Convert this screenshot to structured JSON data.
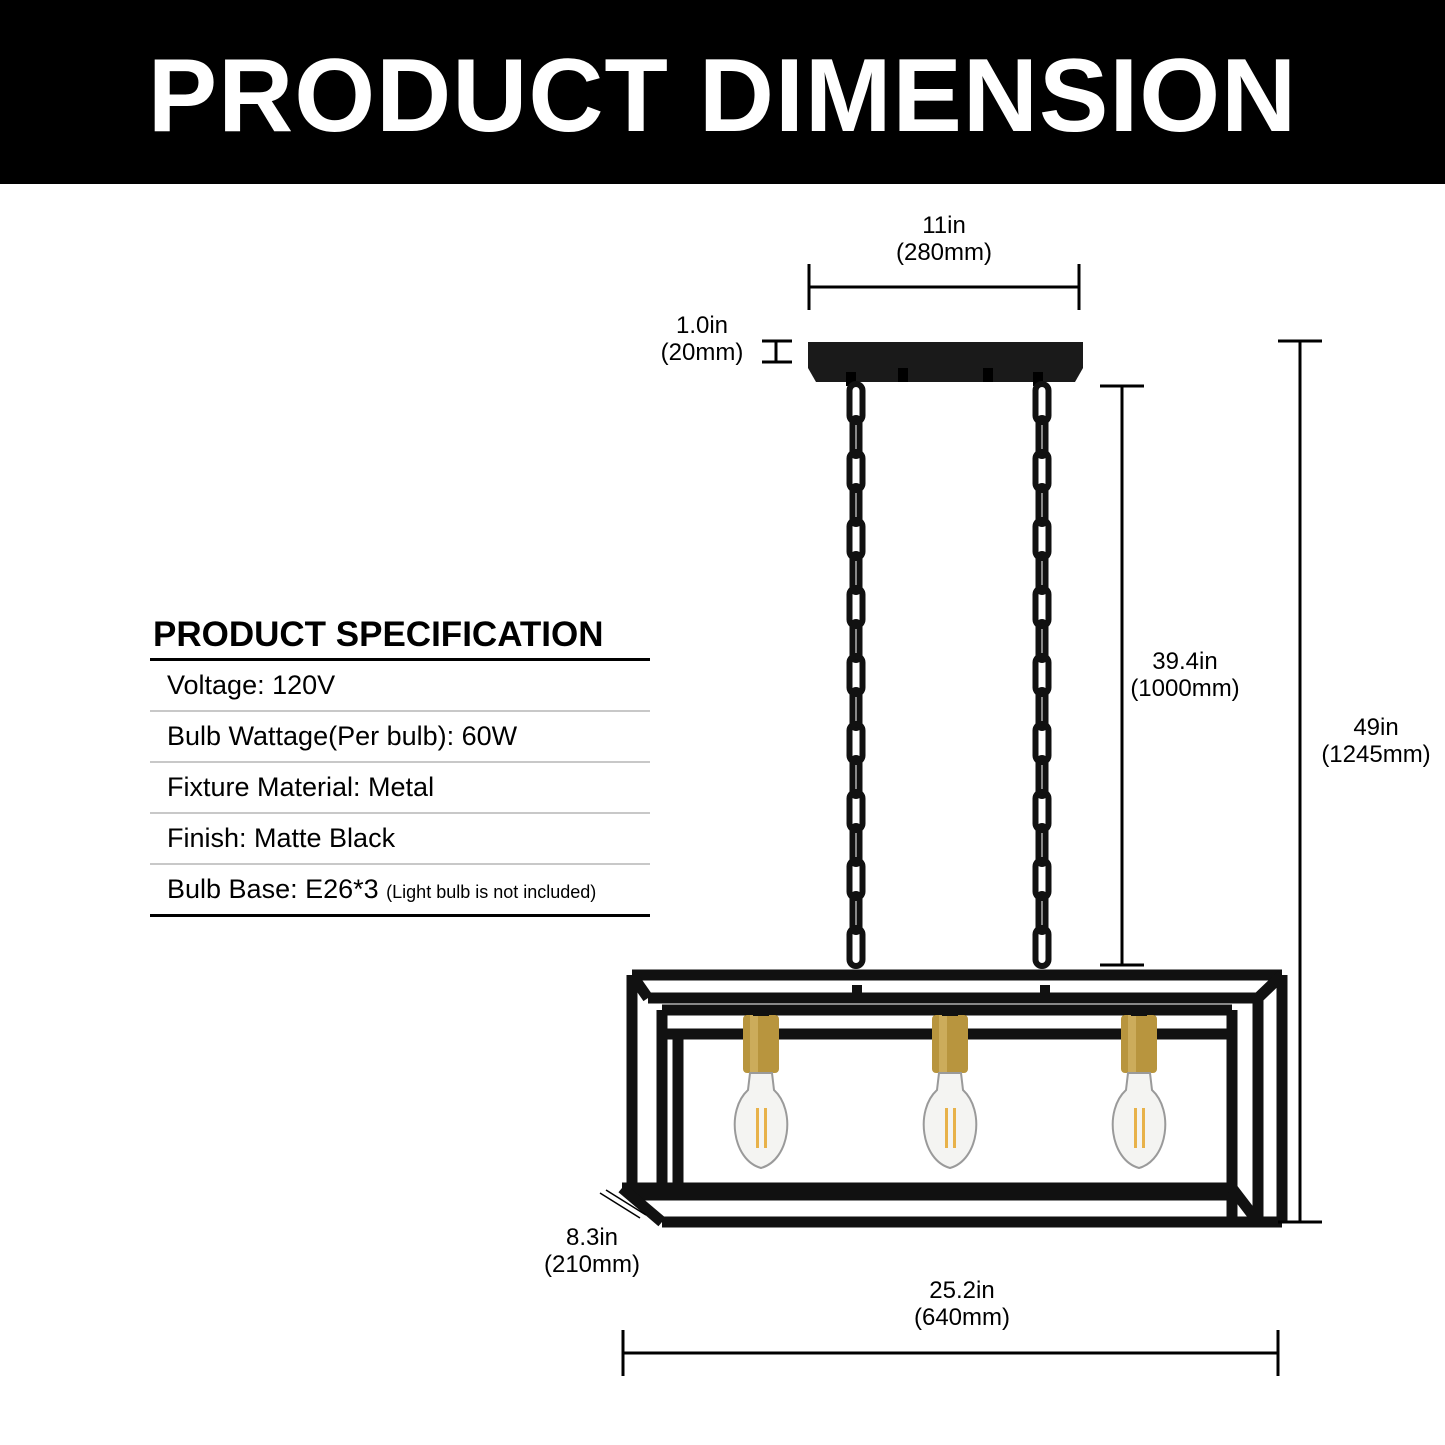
{
  "header": {
    "title": "PRODUCT DIMENSION"
  },
  "spec": {
    "title": "PRODUCT SPECIFICATION",
    "voltage": "Voltage: 120V",
    "wattage": "Bulb Wattage(Per bulb): 60W",
    "material": "Fixture Material: Metal",
    "finish": "Finish: Matte Black",
    "base": "Bulb Base: E26*3",
    "base_note": "(Light bulb is not included)"
  },
  "dimensions": {
    "canopy_width": {
      "in": "11in",
      "mm": "(280mm)"
    },
    "canopy_height": {
      "in": "1.0in",
      "mm": "(20mm)"
    },
    "chain_length": {
      "in": "39.4in",
      "mm": "(1000mm)"
    },
    "total_height": {
      "in": "49in",
      "mm": "(1245mm)"
    },
    "depth": {
      "in": "8.3in",
      "mm": "(210mm)"
    },
    "length": {
      "in": "25.2in",
      "mm": "(640mm)"
    }
  },
  "colors": {
    "frame": "#111111",
    "socket": "#b8953e",
    "bulb_filament": "#e8b24a"
  }
}
